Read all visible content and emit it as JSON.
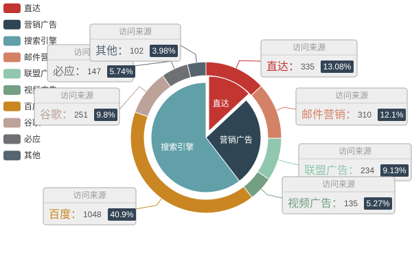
{
  "chart_data": {
    "type": "pie",
    "legend_position": "top-left",
    "legend": [
      "直达",
      "营销广告",
      "搜索引擎",
      "邮件营销",
      "联盟广告",
      "视频广告",
      "百度",
      "谷歌",
      "必应",
      "其他"
    ],
    "colors": {
      "直达": "#c23531",
      "营销广告": "#2f4554",
      "搜索引擎": "#61a0a8",
      "邮件营销": "#d48265",
      "联盟广告": "#91c7ae",
      "视频广告": "#749f83",
      "百度": "#ca8622",
      "谷歌": "#bda29a",
      "必应": "#6e7074",
      "其他": "#546570"
    },
    "series_name": "访问来源",
    "inner_series": [
      {
        "name": "直达",
        "value": 335,
        "selected": true
      },
      {
        "name": "营销广告",
        "value": 679
      },
      {
        "name": "搜索引擎",
        "value": 1548
      }
    ],
    "outer_series": [
      {
        "name": "直达",
        "value": 335,
        "percent": "13.08%"
      },
      {
        "name": "邮件营销",
        "value": 310,
        "percent": "12.1%"
      },
      {
        "name": "联盟广告",
        "value": 234,
        "percent": "9.13%"
      },
      {
        "name": "视频广告",
        "value": 135,
        "percent": "5.27%"
      },
      {
        "name": "百度",
        "value": 1048,
        "percent": "40.9%"
      },
      {
        "name": "谷歌",
        "value": 251,
        "percent": "9.8%"
      },
      {
        "name": "必应",
        "value": 147,
        "percent": "5.74%"
      },
      {
        "name": "其他",
        "value": 102,
        "percent": "3.98%"
      }
    ]
  }
}
